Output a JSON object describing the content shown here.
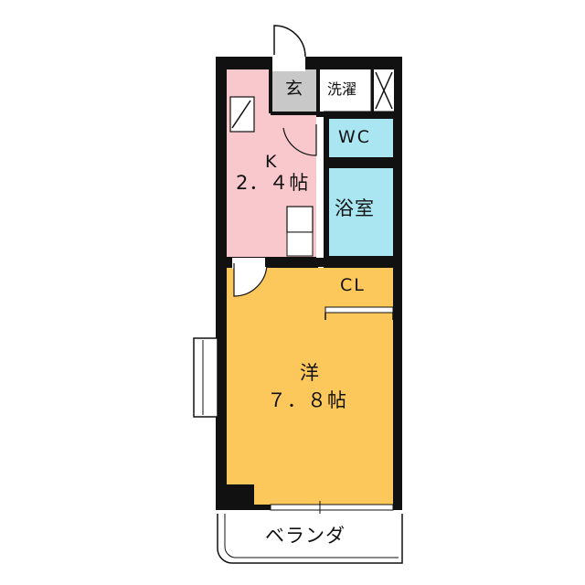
{
  "rooms": {
    "entrance": {
      "label": "玄"
    },
    "laundry": {
      "label": "洗濯"
    },
    "kitchen": {
      "label": "K",
      "size": "2．４帖"
    },
    "wc": {
      "label": "WC"
    },
    "bath": {
      "label": "浴室"
    },
    "closet": {
      "label": "CL"
    },
    "western": {
      "label": "洋",
      "size": "７．８帖"
    },
    "balcony": {
      "label": "ベランダ"
    }
  },
  "colors": {
    "wall": "#111111",
    "kitchen": "#f8c8cd",
    "wet_area": "#a9e6f2",
    "western": "#fdc85b",
    "entrance": "#c8c8c8",
    "closet": "#d6d0c4",
    "white": "#ffffff"
  }
}
